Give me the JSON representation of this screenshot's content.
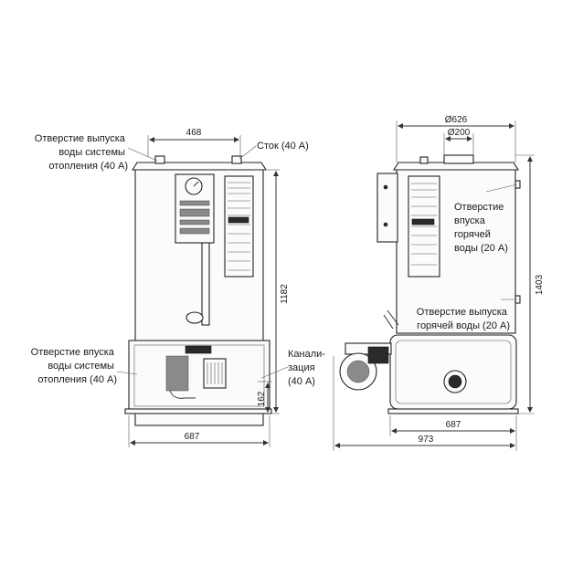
{
  "front_view": {
    "labels": {
      "heating_outlet": [
        "Отверстие выпуска",
        "воды системы",
        "отопления (40 А)"
      ],
      "drain": "Сток (40 А)",
      "heating_inlet": [
        "Отверстие впуска",
        "воды системы",
        "отопления (40 А)"
      ],
      "sewer": [
        "Канали-",
        "зация",
        "(40 А)"
      ]
    },
    "dimensions": {
      "top_width": "468",
      "height": "1182",
      "bottom_height": "162",
      "base_width": "687"
    }
  },
  "side_view": {
    "labels": {
      "hot_water_inlet": [
        "Отверстие",
        "впуска",
        "горячей",
        "воды (20 А)"
      ],
      "hot_water_outlet": [
        "Отверстие выпуска",
        "горячей воды (20 А)"
      ]
    },
    "dimensions": {
      "outer_diameter": "Ø626",
      "flue_diameter": "Ø200",
      "height": "1403",
      "base_width": "687",
      "total_width": "973"
    }
  }
}
